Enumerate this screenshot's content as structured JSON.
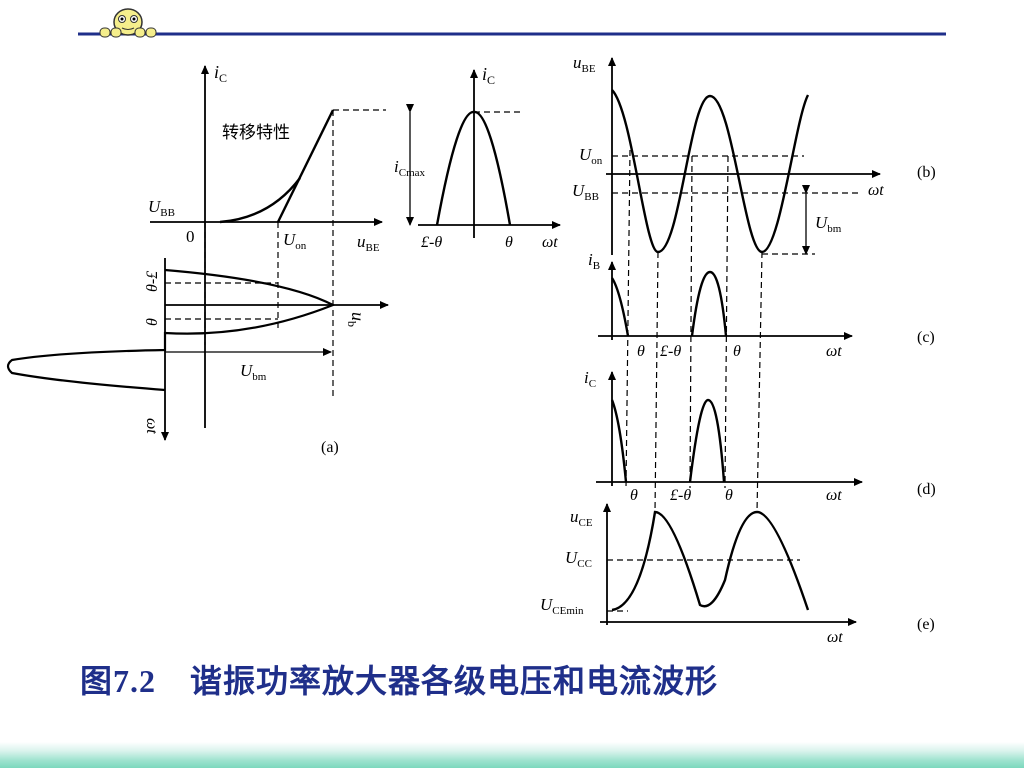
{
  "caption": {
    "fig": "图7.2",
    "title": "谐振功率放大器各级电压和电流波形"
  },
  "colors": {
    "title_blue": "#1f2f8a",
    "rule": "#1f2f8a",
    "band": "#7cd8bd"
  },
  "icons": {
    "logo": "cartoon-mascot-icon"
  },
  "panel_a": {
    "curve_label": "转移特性",
    "ic": "i",
    "ic_sub": "C",
    "ubb": "U",
    "ubb_sub": "BB",
    "zero": "0",
    "uon": "U",
    "uon_sub": "on",
    "ube": "u",
    "ube_sub": "BE",
    "pi_theta": "θ-£",
    "theta": "θ",
    "ub": "u",
    "ub_sub": "b",
    "ubm": "U",
    "ubm_sub": "bm",
    "wt": "ωt",
    "tag": "(a)"
  },
  "panel_ic": {
    "ic": "i",
    "ic_sub": "C",
    "icmax": "i",
    "icmax_sub": "Cmax",
    "minus_theta": "£-θ",
    "theta": "θ",
    "wt": "ωt"
  },
  "panel_b": {
    "ube": "u",
    "ube_sub": "BE",
    "uon": "U",
    "uon_sub": "on",
    "ubb": "U",
    "ubb_sub": "BB",
    "ubm": "U",
    "ubm_sub": "bm",
    "wt": "ωt",
    "tag": "(b)"
  },
  "panel_c": {
    "ib": "i",
    "ib_sub": "B",
    "theta1": "θ",
    "pi_theta": "£-θ",
    "theta2": "θ",
    "wt": "ωt",
    "tag": "(c)"
  },
  "panel_d": {
    "ic": "i",
    "ic_sub": "C",
    "theta1": "θ",
    "pi_theta": "£-θ",
    "theta2": "θ",
    "wt": "ωt",
    "tag": "(d)"
  },
  "panel_e": {
    "uce": "u",
    "uce_sub": "CE",
    "ucc": "U",
    "ucc_sub": "CC",
    "ucemin": "U",
    "ucemin_sub": "CEmin",
    "wt": "ωt",
    "tag": "(e)"
  }
}
